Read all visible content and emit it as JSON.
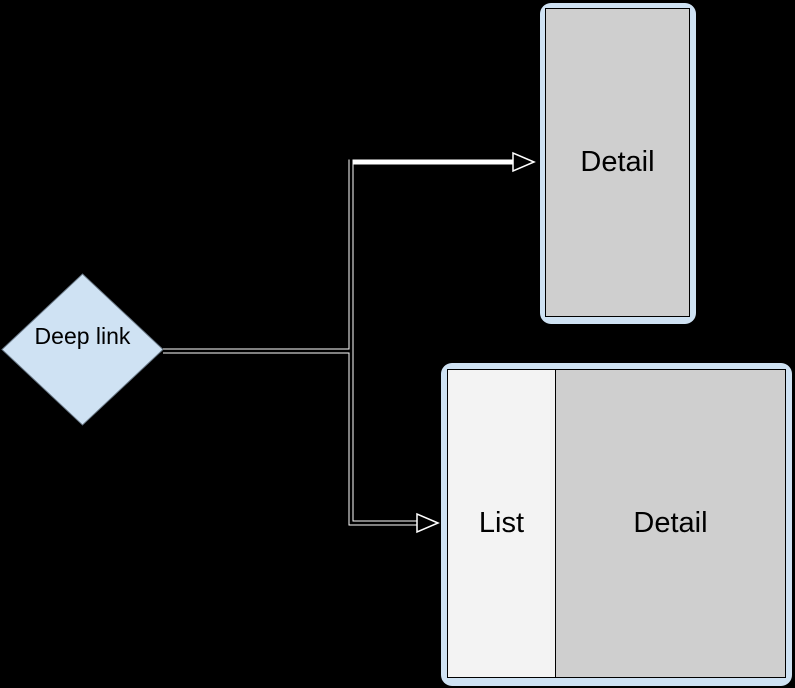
{
  "diagram": {
    "description": "Deep link navigation flow to compact detail screen or expanded list-detail screen",
    "nodes": {
      "deep_link": {
        "label": "Deep link",
        "shape": "diamond"
      },
      "detail_screen": {
        "label": "Detail"
      },
      "list_detail_screen": {
        "list_label": "List",
        "detail_label": "Detail"
      }
    },
    "colors": {
      "background": "#000000",
      "node_fill": "#cfe2f3",
      "detail_pane_fill": "#cfcfcf",
      "list_pane_fill": "#f3f3f3",
      "connector_casing": "#ffffff",
      "connector_core": "#000000",
      "text": "#000000"
    }
  }
}
